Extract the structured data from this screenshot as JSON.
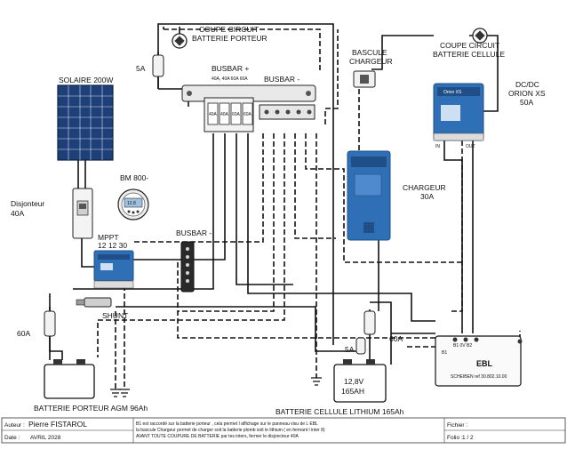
{
  "labels": {
    "coupe_porteur_1": "COUPE CIRCUIT",
    "coupe_porteur_2": "BATTERIE PORTEUR",
    "coupe_cellule_1": "COUPE CIRCUIT",
    "coupe_cellule_2": "BATTERIE CELLULE",
    "bascule_1": "BASCULE",
    "bascule_2": "CHARGEUR",
    "dcdc_1": "DC/DC",
    "dcdc_2": "ORION XS",
    "dcdc_3": "50A",
    "solaire": "SOLAIRE 200W",
    "fuse_5a_top": "5A",
    "busbar_plus": "BUSBAR +",
    "busbar_minus": "BUSBAR -",
    "busbar_fuses": "40A, 40A 60A 60A",
    "bm": "BM 800-",
    "disjoncteur_1": "Disjonteur",
    "disjoncteur_2": "40A",
    "mppt_1": "MPPT",
    "mppt_2": "12 12 30",
    "busbar_minus_2": "BUSBAR -",
    "chargeur_1": "CHARGEUR",
    "chargeur_2": "30A",
    "shunt": "SHUNT",
    "fuse_60a_left": "60A",
    "fuse_60a_right": "60A",
    "fuse_5a_bottom": "5A",
    "in": "IN",
    "out": "OUT",
    "ebl_terminals": "B1 0V B2",
    "ebl": "EBL",
    "ebl_b1": "B1",
    "ebl_ref": "SCHEIBEN ref 30.802.10.00",
    "lithium_v": "12,8V",
    "lithium_ah": "165AH",
    "batt_porteur": "BATTERIE PORTEUR AGM 96Ah",
    "batt_cellule": "BATTERIE CELLULE LITHIUM 165Ah",
    "orion_title": "Orion XS",
    "bm_screen": "12.8",
    "busbar_slots": [
      "40A",
      "40A",
      "60A",
      "60A"
    ]
  },
  "footer": {
    "auteur_label": "Auteur :",
    "auteur": "Pierre FISTAROL",
    "date_label": "Date :",
    "date": "AVRIL 2028",
    "notes": [
      "B1 est raccordé sur la batterie porteur , cela permet l affichage sur le panneau visu de L EBL",
      "la bascule Chargeur permet de charger soit la batterie plomb soit le lithium ( en fermant l inter 8)",
      "AVANT TOUTE COUPURE DE BATTERIE par tes inters, fermer le disjoncteur 40A"
    ],
    "fichier_label": "Fichier :",
    "folio_label": "Folio :",
    "folio": "1 / 2"
  },
  "colors": {
    "victron_blue": "#2f6fb5",
    "victron_dark": "#1f4f86",
    "solar_blue": "#1f3f78",
    "wire": "#111111"
  }
}
